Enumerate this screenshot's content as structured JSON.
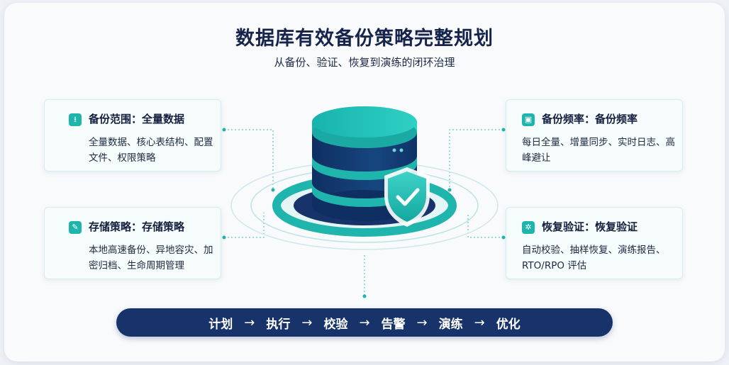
{
  "header": {
    "title": "数据库有效备份策略完整规划",
    "subtitle": "从备份、验证、恢复到演练的闭环治理"
  },
  "cards": [
    {
      "id": "scope",
      "icon": "download-icon",
      "title": "备份范围：全量数据",
      "desc": "全量数据、核心表结构、配置文件、权限策略"
    },
    {
      "id": "storage",
      "icon": "pen-icon",
      "title": "存储策略：存储策略",
      "desc": "本地高速备份、异地容灾、加密归档、生命周期管理"
    },
    {
      "id": "frequency",
      "icon": "calendar-icon",
      "title": "备份频率：备份频率",
      "desc": "每日全量、增量同步、实时日志、高峰避让"
    },
    {
      "id": "verify",
      "icon": "gear-icon",
      "title": "恢复验证：恢复验证",
      "desc": "自动校验、抽样恢复、演练报告、RTO/RPO 评估"
    }
  ],
  "flow": {
    "steps": [
      "计划",
      "执行",
      "校验",
      "告警",
      "演练",
      "优化"
    ],
    "arrow": "→"
  },
  "colors": {
    "teal": "#1fb5ad",
    "navy": "#17336a",
    "db_dark": "#123a72"
  }
}
